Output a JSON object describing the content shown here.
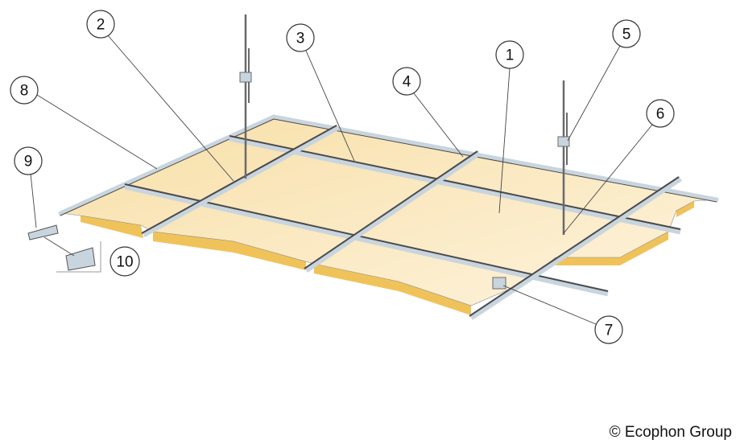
{
  "callouts": [
    {
      "label": "1"
    },
    {
      "label": "2"
    },
    {
      "label": "3"
    },
    {
      "label": "4"
    },
    {
      "label": "5"
    },
    {
      "label": "6"
    },
    {
      "label": "7"
    },
    {
      "label": "8"
    },
    {
      "label": "9"
    },
    {
      "label": "10"
    }
  ],
  "copyright": "© Ecophon Group",
  "colors": {
    "panel": "#fbe8bf",
    "panel_edge": "#f0c35a",
    "grid": "#c9d5de",
    "grid_dark": "#4a4a4a"
  }
}
